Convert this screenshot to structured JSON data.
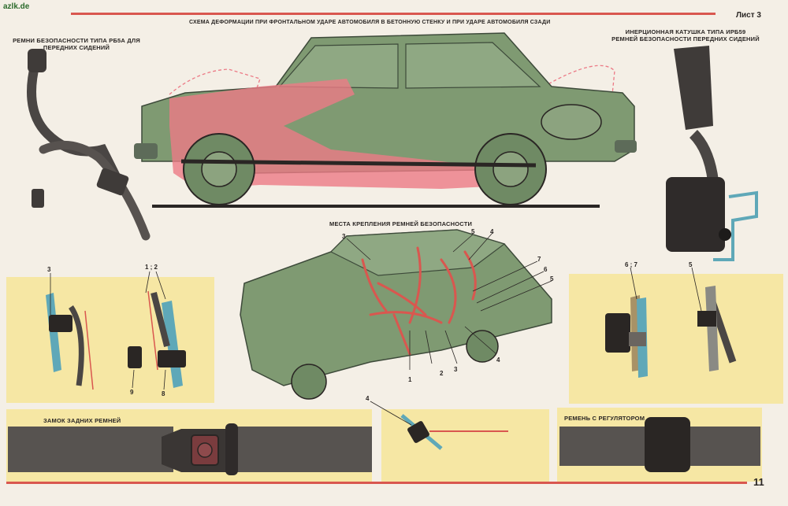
{
  "watermark": "azlk.de",
  "sheet_label": "Лист 3",
  "page_number": "11",
  "titles": {
    "deformation": "СХЕМА ДЕФОРМАЦИИ ПРИ ФРОНТАЛЬНОМ УДАРЕ АВТОМОБИЛЯ  В БЕТОННУЮ СТЕНКУ И ПРИ УДАРЕ АВТОМОБИЛЯ СЗАДИ",
    "belt_type_line1": "РЕМНИ БЕЗОПАСНОСТИ ТИПА РБ5А ДЛЯ",
    "belt_type_line2": "ПЕРЕДНИХ СИДЕНИЙ",
    "reel_line1": "ИНЕРЦИОННАЯ КАТУШКА ТИПА ИРБ59",
    "reel_line2": "РЕМНЕЙ БЕЗОПАСНОСТИ ПЕРЕДНИХ СИДЕНИЙ",
    "mounting_points": "МЕСТА КРЕПЛЕНИЯ РЕМНЕЙ БЕЗОПАСНОСТИ",
    "rear_buckle": "ЗАМОК ЗАДНИХ РЕМНЕЙ",
    "regulator_belt": "РЕМЕНЬ С РЕГУЛЯТОРОМ"
  },
  "callouts": {
    "left_panel": [
      "3",
      "1 ; 2",
      "9",
      "8"
    ],
    "right_panel": [
      "6 ; 7",
      "5"
    ],
    "center_car": [
      "3",
      "5",
      "4",
      "7",
      "6",
      "5",
      "1",
      "2",
      "3",
      "4"
    ],
    "bottom_center": "4"
  },
  "colors": {
    "car_body": "#7f9a72",
    "car_dark": "#3d4a3a",
    "deformation": "#ec7a86",
    "panel": "#f6e7a4",
    "belt": "#4a4644",
    "red_line": "#d9574f"
  }
}
